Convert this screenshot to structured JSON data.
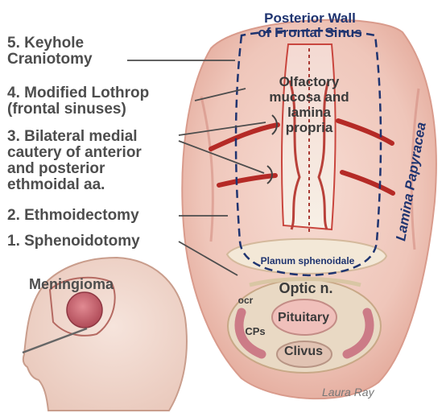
{
  "procedure_steps": [
    {
      "lines": [
        "5. Keyhole",
        "Craniotomy"
      ]
    },
    {
      "lines": [
        "4. Modified Lothrop",
        "(frontal sinuses)"
      ]
    },
    {
      "lines": [
        "3. Bilateral medial",
        "cautery of anterior",
        "and posterior",
        "ethmoidal aa."
      ]
    },
    {
      "lines": [
        "2. Ethmoidectomy"
      ]
    },
    {
      "lines": [
        "1. Sphenoidotomy"
      ]
    }
  ],
  "anatomy_labels": {
    "posterior_wall": [
      "Posterior Wall",
      "of Frontal Sinus"
    ],
    "olfactory": [
      "Olfactory",
      "mucosa and",
      "lamina",
      "propria"
    ],
    "lamina_papyracea": "Lamina Papyracea",
    "planum": "Planum sphenoidale",
    "optic": "Optic n.",
    "ocr": "ocr",
    "pituitary": "Pituitary",
    "cps": "CPs",
    "clivus": "Clivus"
  },
  "inset_label": "Meningioma",
  "signature": "Laura Ray",
  "colors": {
    "label_gray": "#4d4d4d",
    "navy": "#1f3470",
    "artery": "#b52a26",
    "tissue": "#f2c6bd"
  }
}
